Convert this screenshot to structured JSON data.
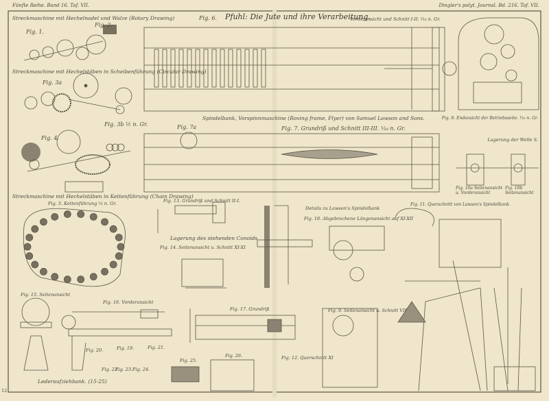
{
  "header": {
    "left": "Fünfte Reihe. Band 16. Taf. VII.",
    "right": "Dingler's polyt. Journal. Bd. 216. Taf. VII.",
    "title": "Pfuhl: Die Jute und ihre Verarbeitung."
  },
  "sections": {
    "rotary": "Streckmaschine mit Hechelnadel und Walze (Rotary Drawing)",
    "circular": "Streckmaschine mit Hechelstäben in Scheibenführung (Circular Drawing)",
    "chain": "Streckmaschine mit Hechelstäben in Kettenführung (Chain Drawing)",
    "spindelbank": "Spindelbank, Vorspinnmaschine (Roving frame, Flyer) von Samuel Lawson and Sons.",
    "details": "Details zu Lawson's Spindelbank",
    "conoid": "Lagerung des stehenden Conoids",
    "welle": "Lagerung der Welle S.",
    "leder": "Lederaufziehbank. (15-25)"
  },
  "figures": {
    "f1": "Fig. 1.",
    "f2": "Fig. 2.",
    "f3a": "Fig. 3a",
    "f3b": "Fig. 3b ½ n. Gr.",
    "f4": "Fig. 4.",
    "f5": "Fig. 5. Kettenführung ⅓ n. Gr.",
    "f6": "Fig. 6.",
    "f6sub": "Vorderansicht und Schnitt I-II. ⅒ n. Gr.",
    "f7": "Fig. 7. Grundriß und Schnitt III-III. ⅒ n. Gr.",
    "f7a": "Fig. 7a",
    "f8": "Fig. 8. Endansicht der Betriebsseite. ⅒ n. Gr.",
    "f10a": "Fig. 10a Seitenansicht u. Vorderansicht",
    "f10b": "Fig. 10b Seitenansicht",
    "f11": "Fig. 11. Querschnitt von Lawson's Spindelbank.",
    "f13": "Fig. 13. Grundriß und Schnitt II-I.",
    "f14": "Fig. 14. Seitenansicht u. Schnitt XI-XI",
    "f15": "Fig. 15. Seitenansicht",
    "f16": "Fig. 16. Vorderansicht",
    "f17": "Fig. 17. Grundriß",
    "f18": "Fig. 18. Abgebrochene Längenansicht auf XI-XII",
    "f9": "Fig. 9. Seitenansicht u. Schnitt VII",
    "f12": "Fig. 12. Querschnitt XI",
    "f19": "Fig. 19.",
    "f20": "Fig. 20.",
    "f21": "Fig. 21.",
    "f22": "Fig. 22.",
    "f23": "Fig. 23.",
    "f24": "Fig. 24.",
    "f25": "Fig. 25.",
    "f26": "Fig. 26."
  },
  "margin_number": "12"
}
